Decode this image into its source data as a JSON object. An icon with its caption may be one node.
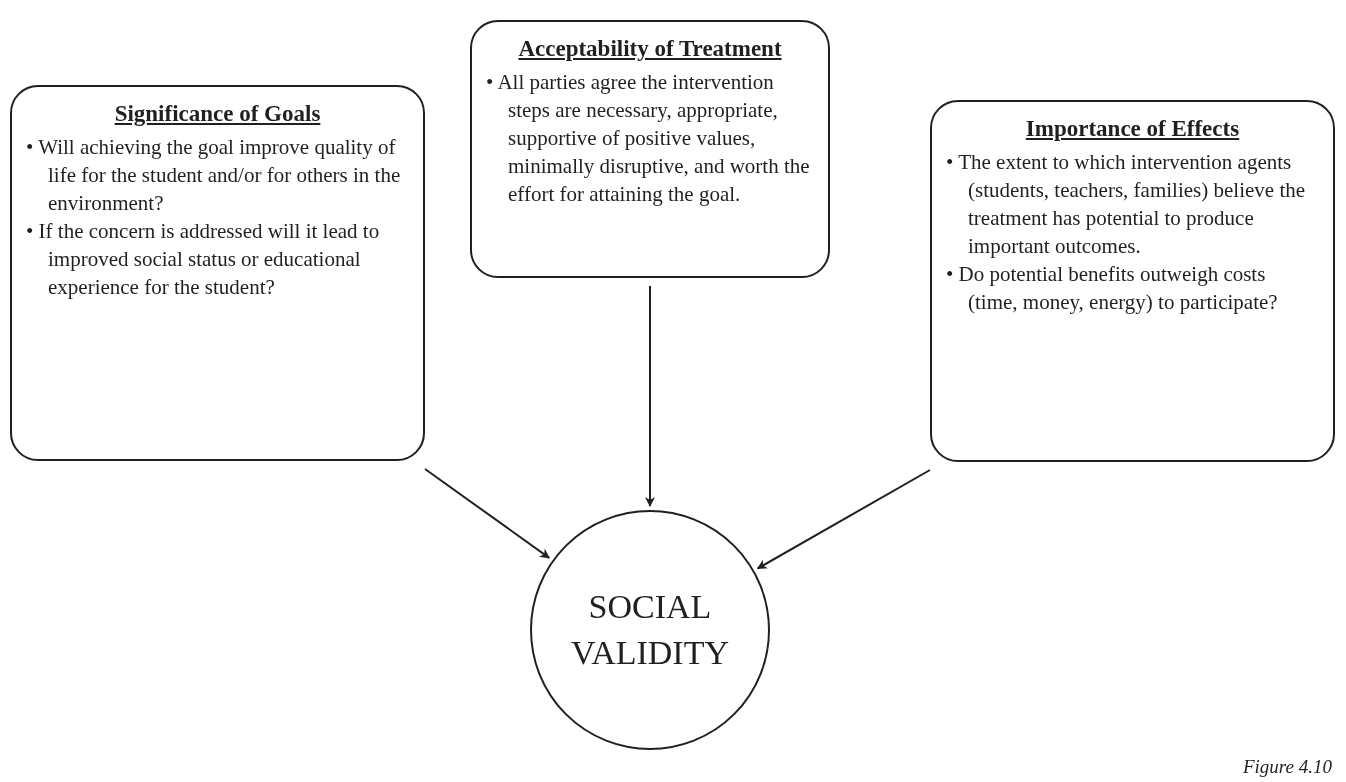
{
  "diagram": {
    "caption": "Figure 4.10",
    "nodes": [
      {
        "text": [
          "Significance of Goals",
          "• Will achieving the goal improve quality of life for the student and/or for others in the environment?",
          "• If the concern is addressed will it lead to improved social status or educational experience for the student?"
        ]
      },
      {
        "text": [
          "Acceptability of Treatment",
          "• All parties agree the intervention steps are necessary, appropriate, supportive of positive values, minimally disruptive, and worth the effort for attaining the goal."
        ]
      },
      {
        "text": [
          "Importance of Effects",
          "• The extent to which intervention agents (students, teachers, families) believe the treatment has potential to produce important outcomes.",
          "• Do potential benefits outweigh costs (time, money, energy) to participate?"
        ]
      },
      {
        "text": [
          "SOCIAL VALIDITY"
        ]
      }
    ],
    "edges": [
      {
        "from": 0,
        "to": 3,
        "arrow": "to"
      },
      {
        "from": 1,
        "to": 3,
        "arrow": "to"
      },
      {
        "from": 2,
        "to": 3,
        "arrow": "to"
      }
    ]
  }
}
